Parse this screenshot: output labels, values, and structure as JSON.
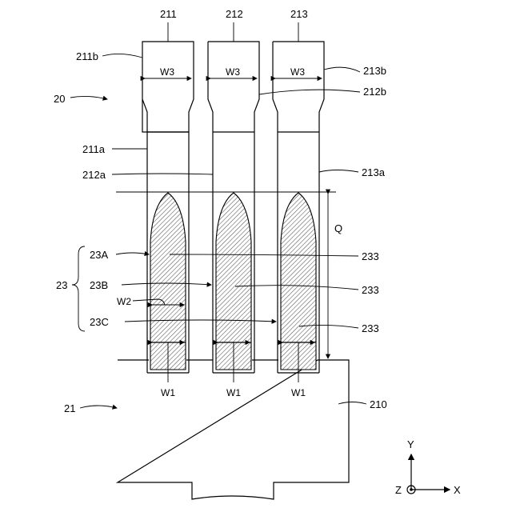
{
  "labels": {
    "t211": "211",
    "t212": "212",
    "t213": "213",
    "t211b": "211b",
    "t213b": "213b",
    "t212b": "212b",
    "t20": "20",
    "t211a": "211a",
    "t212a": "212a",
    "t213a": "213a",
    "q": "Q",
    "t23A": "23A",
    "t23B": "23B",
    "t23C": "23C",
    "t23": "23",
    "t233a": "233",
    "t233b": "233",
    "t233c": "233",
    "w2": "W2",
    "w3a": "W3",
    "w3b": "W3",
    "w3c": "W3",
    "w1a": "W1",
    "w1b": "W1",
    "w1c": "W1",
    "t21": "21",
    "t210": "210",
    "axis_y": "Y",
    "axis_x": "X",
    "axis_z": "Z"
  }
}
